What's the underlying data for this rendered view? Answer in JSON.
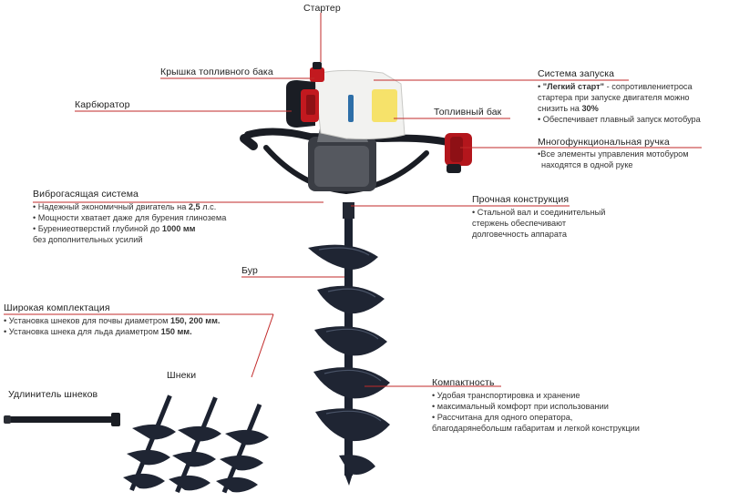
{
  "labels": {
    "starter": "Стартер",
    "fuel_cap": "Крышка топливного бака",
    "carburetor": "Карбюратор",
    "fuel_tank": "Топливный бак",
    "drill": "Бур",
    "augers": "Шнеки",
    "extension": "Удлинитель шнеков"
  },
  "launch_system": {
    "title": "Система запуска",
    "line1_pre": "• ",
    "line1_bold": "\"Легкий старт\"",
    "line1_post": " - сопротивлениетроса",
    "line2": "стартера при запуске двигателя можно",
    "line3_pre": "снизить на ",
    "line3_bold": "30%",
    "line4": "• Обеспечивает плавный запуск мотобура"
  },
  "handle": {
    "title": "Многофункциональная ручка",
    "line1": "•Все элементы управления мотобуром",
    "line2": "находятся в одной руке"
  },
  "vibration": {
    "title": "Виброгасящая система",
    "line1_pre": "• Надежный экономичный двигатель на ",
    "line1_bold": "2,5",
    "line1_post": " л.с.",
    "line2": "• Мощности хватает даже для бурения глинозема",
    "line3_pre": "• Бурениеотверстий глубиной до ",
    "line3_bold": "1000 мм",
    "line4": "без дополнительных усилий"
  },
  "construction": {
    "title": "Прочная конструкция",
    "line1": "• Стальной вал и соединительный",
    "line2": "стержень обеспечивают",
    "line3": "долговечность аппарата"
  },
  "kit": {
    "title": "Широкая комплектация",
    "line1_pre": "• Установка шнеков для почвы диаметром ",
    "line1_bold": "150, 200 мм.",
    "line2_pre": "• Установка шнека для льда диаметром ",
    "line2_bold": "150 мм."
  },
  "compact": {
    "title": "Компактность",
    "line1": "• Удобая транспортировка и хранение",
    "line2": "• максимальный комфорт при использовании",
    "line3": "• Рассчитана для одного оператора,",
    "line4": "благодарянебольшм габаритам и легкой конструкции"
  },
  "colors": {
    "accent": "#c22a2a",
    "engine_white": "#f2f2f0",
    "frame_dark": "#1a1d24",
    "auger_blue": "#1c2230",
    "handle_red": "#b3161c"
  }
}
